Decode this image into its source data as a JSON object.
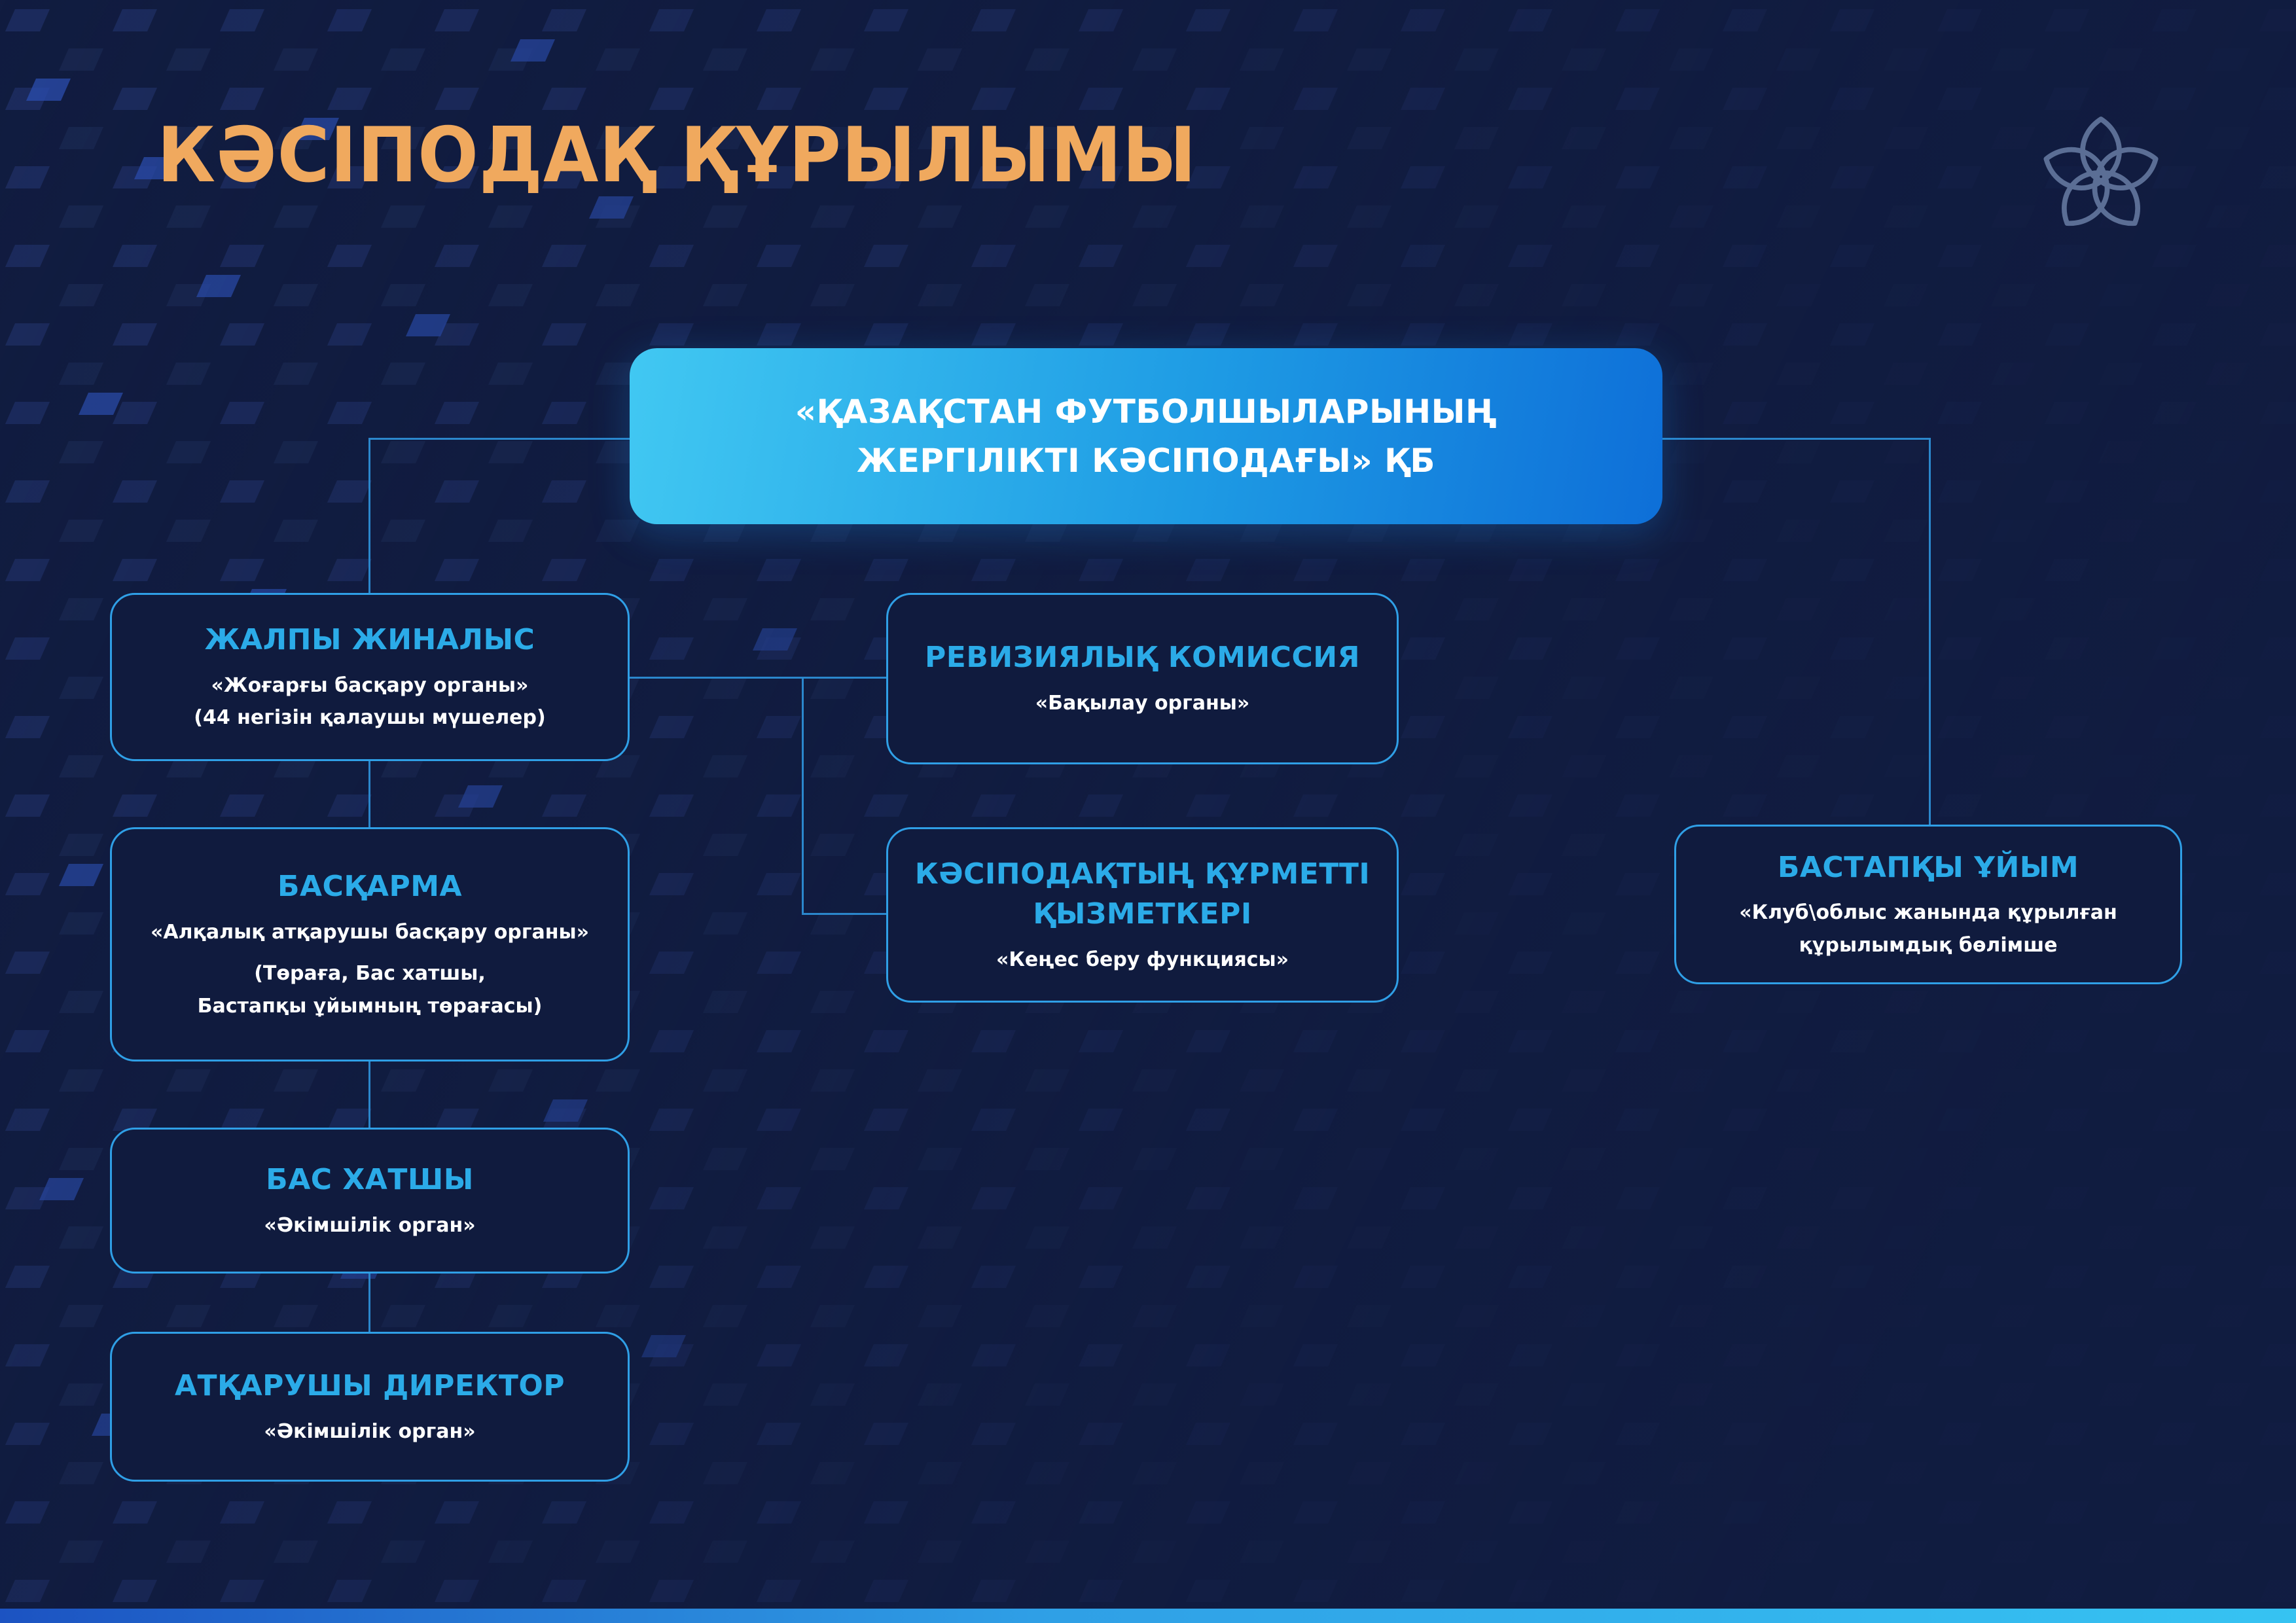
{
  "page_title": "КӘСІПОДАҚ ҚҰРЫЛЫМЫ",
  "root": {
    "line1": "«ҚАЗАҚСТАН ФУТБОЛШЫЛАРЫНЫҢ",
    "line2": "ЖЕРГІЛІКТІ КӘСІПОДАҒЫ» ҚБ"
  },
  "nodes": {
    "general_meeting": {
      "title": "ЖАЛПЫ ЖИНАЛЫС",
      "lines": [
        "«Жоғарғы басқару органы»",
        "(44 негізін қалаушы мүшелер)"
      ]
    },
    "board": {
      "title": "БАСҚАРМА",
      "lines": [
        "«Алқалық атқарушы басқару органы»",
        "(Төраға, Бас хатшы,",
        "Бастапқы ұйымның төрағасы)"
      ]
    },
    "general_secretary": {
      "title": "БАС ХАТШЫ",
      "lines": [
        "«Әкімшілік орган»"
      ]
    },
    "executive_director": {
      "title": "АТҚАРУШЫ ДИРЕКТОР",
      "lines": [
        "«Әкімшілік орган»"
      ]
    },
    "audit_commission": {
      "title": "РЕВИЗИЯЛЫҚ КОМИССИЯ",
      "lines": [
        "«Бақылау органы»"
      ]
    },
    "honorary_officer": {
      "title_line1": "КӘСІПОДАҚТЫҢ ҚҰРМЕТТІ",
      "title_line2": "ҚЫЗМЕТКЕРІ",
      "lines": [
        "«Кеңес беру функциясы»"
      ]
    },
    "primary_organization": {
      "title": "БАСТАПҚЫ ҰЙЫМ",
      "lines": [
        "«Клуб\\облыс жанында құрылған",
        "құрылымдық бөлімше"
      ]
    }
  },
  "icons": {
    "logo": "knot-logo-icon"
  },
  "colors": {
    "background": "#111C40",
    "page_title": "#F0A95E",
    "node_border": "#2F9FE6",
    "node_title": "#2BABE8",
    "node_text": "#FFFFFF",
    "connector": "#2B87CC",
    "root_gradient_start": "#41C8F2",
    "root_gradient_end": "#0E6FD8",
    "bottom_bar_start": "#1C53C2",
    "bottom_bar_end": "#36C3F2"
  }
}
